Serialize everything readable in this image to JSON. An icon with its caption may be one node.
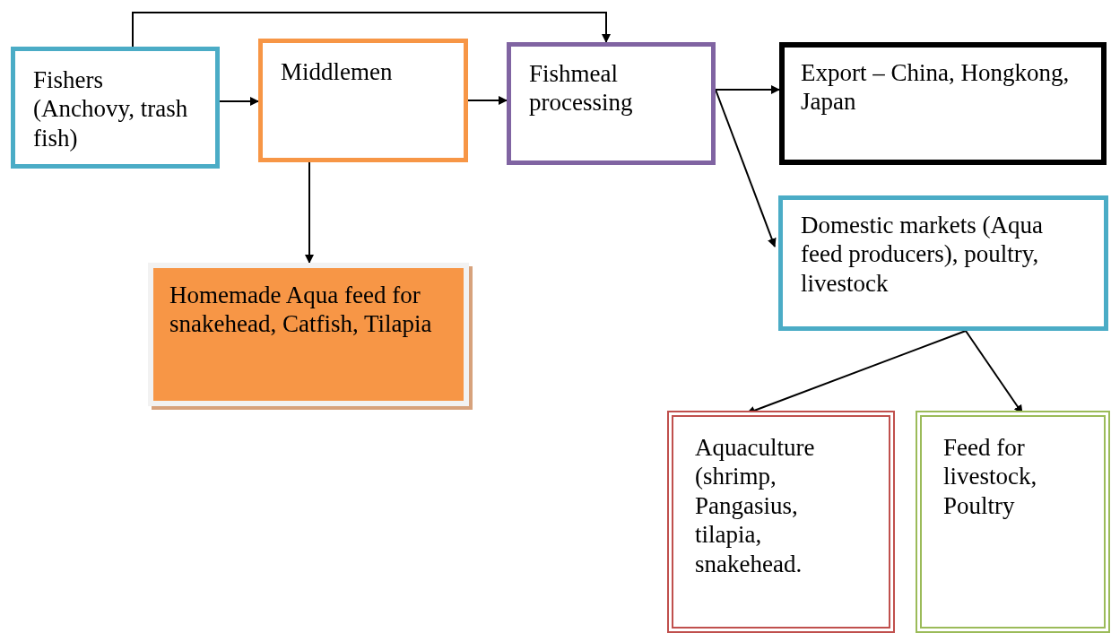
{
  "diagram": {
    "nodes": [
      {
        "text": [
          "Fishers (Anchovy, trash fish)"
        ]
      },
      {
        "text": [
          "Middlemen"
        ]
      },
      {
        "text": [
          "Fishmeal processing"
        ]
      },
      {
        "text": [
          "Export – China, Hongkong, Japan"
        ]
      },
      {
        "text": [
          "Homemade Aqua feed for snakehead, Catfish, Tilapia"
        ]
      },
      {
        "text": [
          "Domestic markets (Aqua feed producers), poultry, livestock"
        ]
      },
      {
        "text": [
          "Aquaculture (shrimp, Pangasius, tilapia, snakehead."
        ]
      },
      {
        "text": [
          "Feed for livestock, Poultry"
        ]
      }
    ],
    "edges": [
      {
        "from": 0,
        "to": 1,
        "arrow": "to"
      },
      {
        "from": 0,
        "to": 2,
        "arrow": "to"
      },
      {
        "from": 1,
        "to": 2,
        "arrow": "to"
      },
      {
        "from": 1,
        "to": 4,
        "arrow": "to"
      },
      {
        "from": 2,
        "to": 3,
        "arrow": "to"
      },
      {
        "from": 2,
        "to": 5,
        "arrow": "to"
      },
      {
        "from": 5,
        "to": 6,
        "arrow": "to"
      },
      {
        "from": 5,
        "to": 7,
        "arrow": "to"
      }
    ]
  }
}
